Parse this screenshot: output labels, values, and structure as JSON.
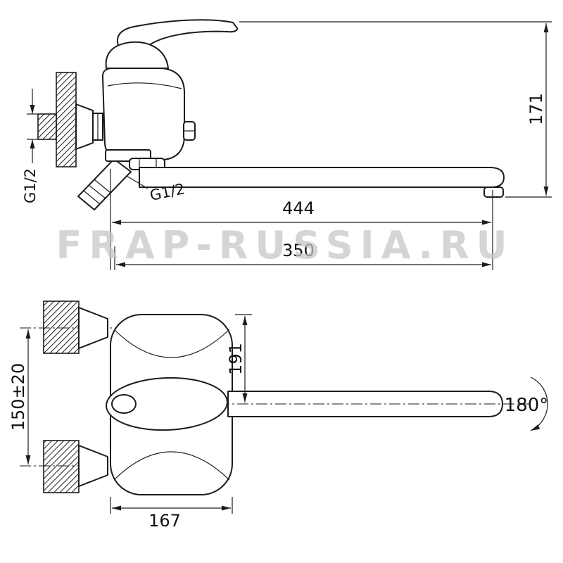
{
  "page": {
    "background": "#ffffff",
    "line_color": "#1c1c1c",
    "watermark_color": "#c6c6c6"
  },
  "watermark": {
    "text": "FRAP-RUSSIA.RU"
  },
  "side_view": {
    "dim_height": "171",
    "dim_total_length": "444",
    "dim_spout_length": "350",
    "thread_wall_label": "G1/2",
    "thread_spout_label": "G1/2"
  },
  "front_view": {
    "dim_pipe_spacing": "150±20",
    "dim_depth": "191",
    "dim_body_width": "167",
    "swivel_angle_label": "180°"
  }
}
